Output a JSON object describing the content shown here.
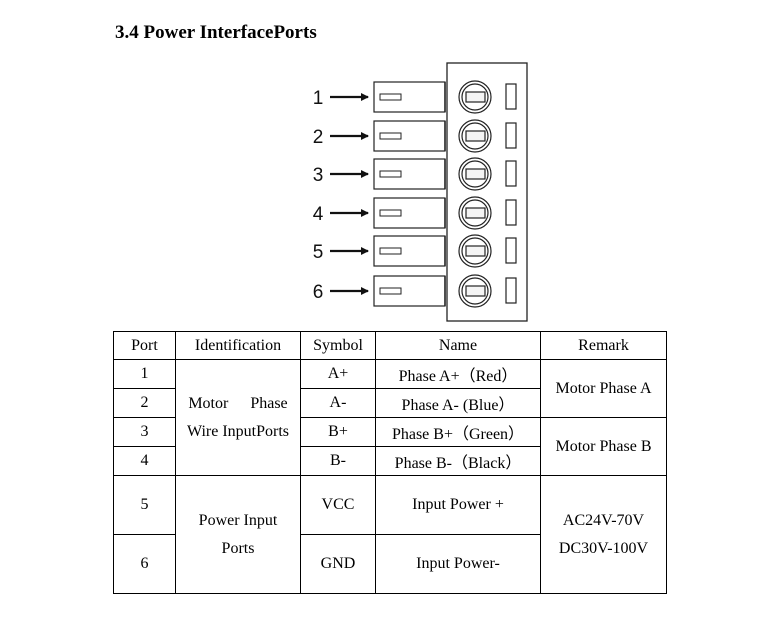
{
  "section_title": "3.4 Power InterfacePorts",
  "diagram": {
    "pin_labels": [
      "1",
      "2",
      "3",
      "4",
      "5",
      "6"
    ],
    "icons": {
      "arrow": "right-arrow-icon",
      "screw": "screw-terminal-icon",
      "wire_slot": "wire-slot-icon",
      "test_slot": "test-slot-icon"
    }
  },
  "table": {
    "headers": [
      "Port",
      "Identification",
      "Symbol",
      "Name",
      "Remark"
    ],
    "motor_group": {
      "identification_line1": "Motor Phase",
      "identification_line2": "Wire InputPorts",
      "rows": [
        {
          "port": "1",
          "symbol": "A+",
          "name": "Phase A+（Red）"
        },
        {
          "port": "2",
          "symbol": "A-",
          "name": "Phase A- (Blue）"
        },
        {
          "port": "3",
          "symbol": "B+",
          "name": "Phase B+（Green）"
        },
        {
          "port": "4",
          "symbol": "B-",
          "name": "Phase B-（Black）"
        }
      ],
      "remark_a": "Motor Phase A",
      "remark_b": "Motor Phase B"
    },
    "power_group": {
      "identification_line1": "Power Input",
      "identification_line2": "Ports",
      "rows": [
        {
          "port": "5",
          "symbol": "VCC",
          "name": "Input Power +"
        },
        {
          "port": "6",
          "symbol": "GND",
          "name": "Input Power-"
        }
      ],
      "remark_line1": "AC24V-70V",
      "remark_line2": "DC30V-100V"
    }
  }
}
